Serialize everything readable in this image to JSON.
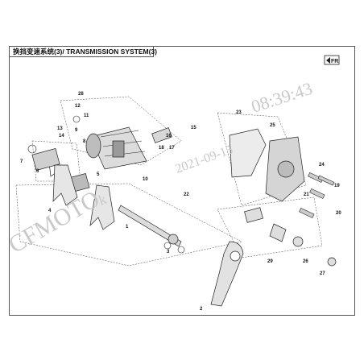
{
  "title": "换挡变速系统(3)/ TRANSMISSION SYSTEM(3)",
  "fr_badge": "FR",
  "watermark": {
    "brand": "CFMOTO",
    "time": "08:39:43",
    "middle": "2021-09-15",
    "left_fragment": "k"
  },
  "callouts": [
    "28",
    "12",
    "11",
    "13",
    "14",
    "9",
    "8",
    "15",
    "16",
    "17",
    "18",
    "10",
    "23",
    "25",
    "24",
    "19",
    "21",
    "20",
    "22",
    "5",
    "4",
    "1",
    "3",
    "29",
    "26",
    "27",
    "2",
    "6",
    "7"
  ]
}
